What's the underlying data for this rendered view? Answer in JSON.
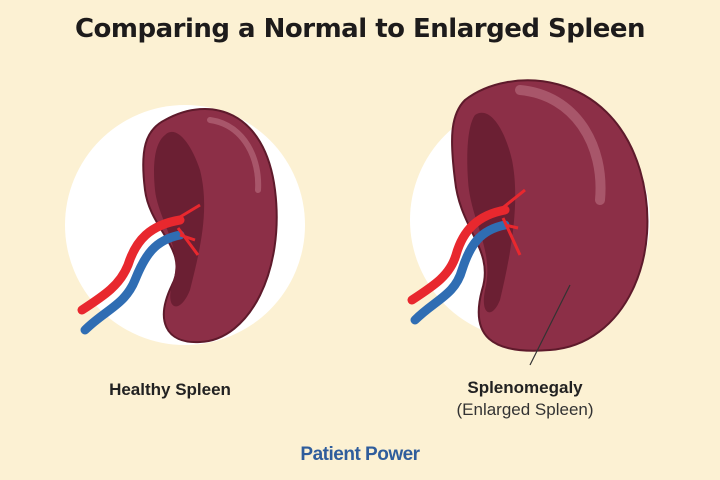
{
  "title": "Comparing a Normal to Enlarged Spleen",
  "healthy": {
    "label": "Healthy Spleen"
  },
  "enlarged": {
    "label": "Splenomegaly",
    "sublabel": "(Enlarged Spleen)"
  },
  "brand": {
    "text": "Patient Power",
    "color": "#2f5d9c"
  },
  "colors": {
    "background": "#fcf1d3",
    "circle": "#ffffff",
    "spleen": "#8c2f47",
    "spleen_shadow": "#6b1f33",
    "artery": "#e8282e",
    "vein": "#2f6db3"
  }
}
